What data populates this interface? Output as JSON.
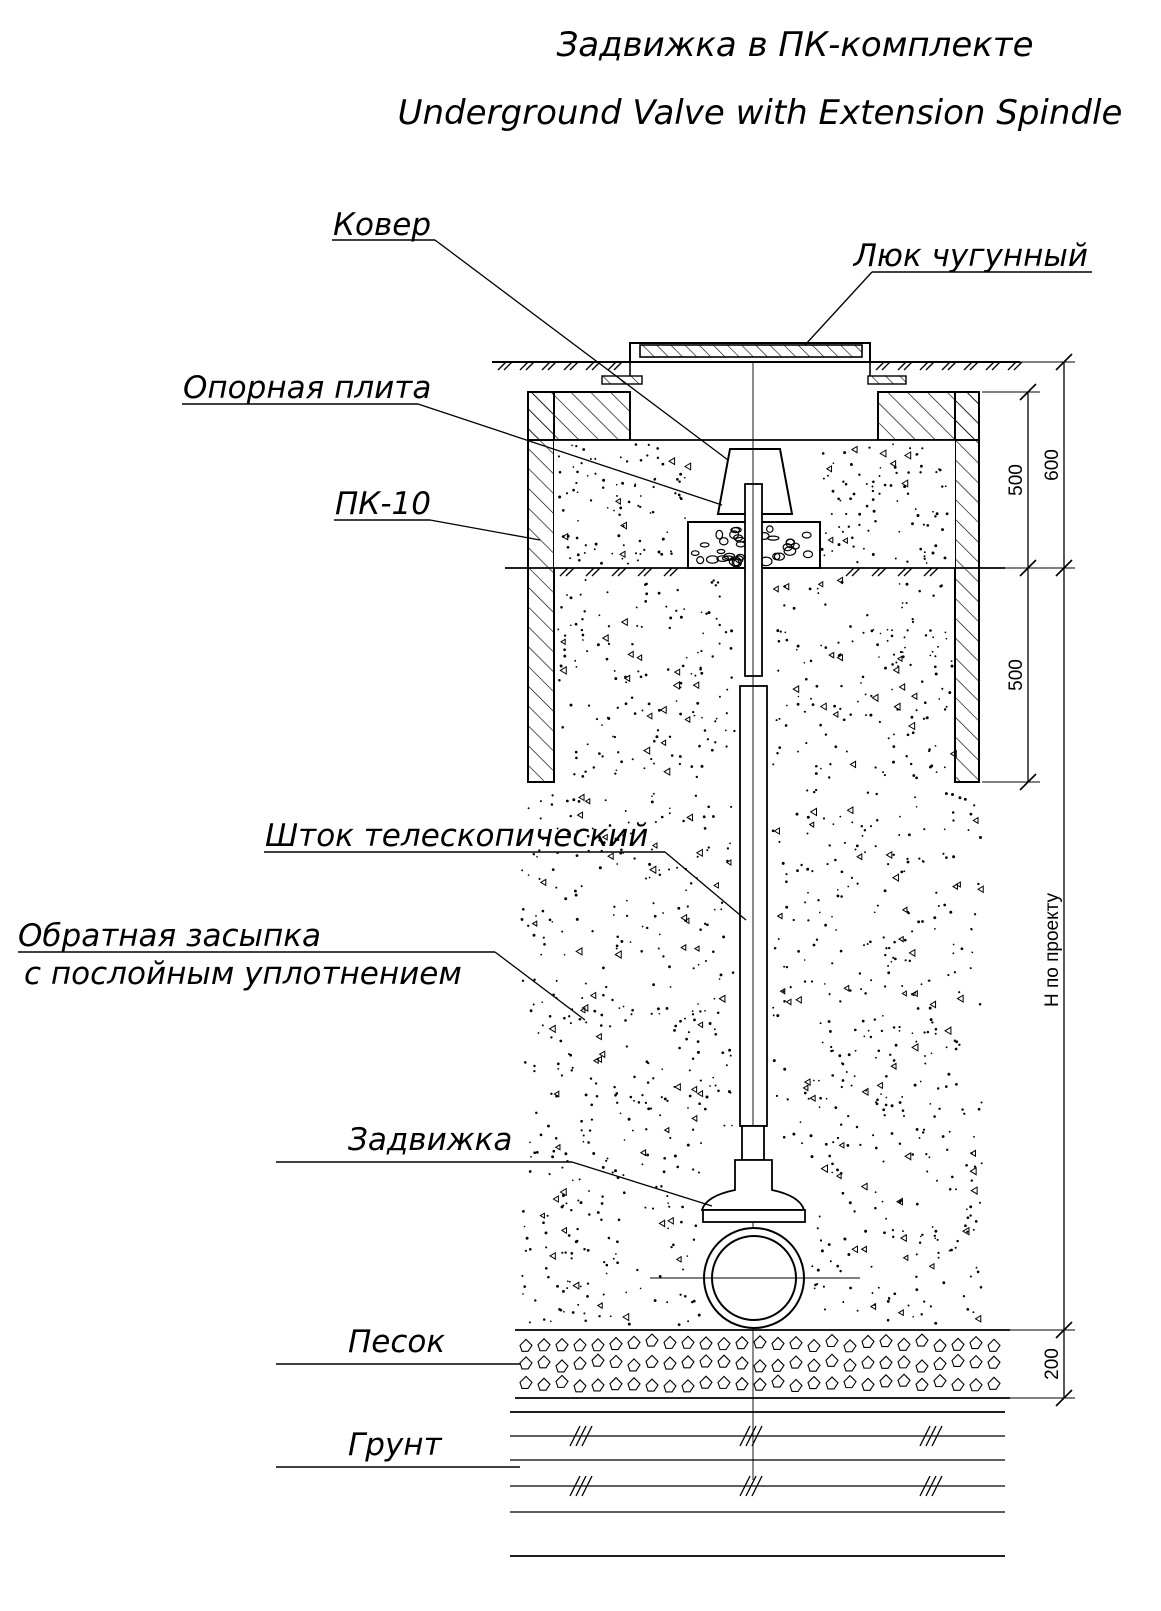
{
  "title": {
    "ru": "Задвижка в ПК-комплекте",
    "en": "Underground Valve with Extension Spindle"
  },
  "labels": {
    "kover": "Ковер",
    "lyuk": "Люк чугунный",
    "plita": "Опорная плита",
    "pk": "ПК-10",
    "shtok": "Шток телескопический",
    "zasypka_1": "Обратная засыпка",
    "zasypka_2": "с послойным уплотнением",
    "zadvizhka": "Задвижка",
    "pesok": "Песок",
    "grunt": "Грунт"
  },
  "dimensions": {
    "d500_top": "500",
    "d600": "600",
    "d500_bottom": "500",
    "h_project": "Н по проекту",
    "d200": "200"
  }
}
